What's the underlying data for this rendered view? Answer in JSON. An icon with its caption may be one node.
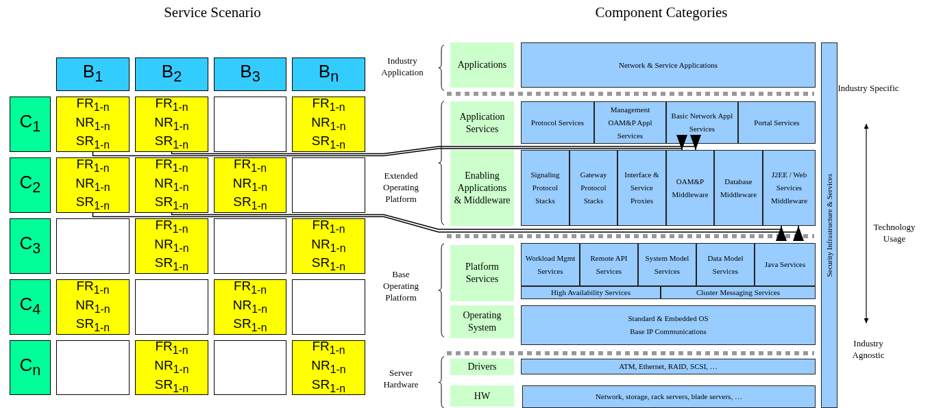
{
  "diagram": {
    "nodes": [
      {
        "text": [
          "B$_{1}$"
        ]
      },
      {
        "text": [
          "B$_{2}$"
        ]
      },
      {
        "text": [
          "B$_{3}$"
        ]
      },
      {
        "text": [
          "B$_{n}$"
        ]
      },
      {
        "text": [
          "C$_{1}$"
        ]
      },
      {
        "text": [
          "FR$_{1-n}$",
          "NR$_{1-n}$",
          "SR$_{1-n}$"
        ]
      },
      {
        "text": [
          "FR$_{1-n}$",
          "NR$_{1-n}$",
          "SR$_{1-n}$"
        ]
      },
      {
        "text": [],
        "shape": "box"
      },
      {
        "text": [
          "FR$_{1-n}$",
          "NR$_{1-n}$",
          "SR$_{1-n}$"
        ]
      },
      {
        "text": [
          "C$_{2}$"
        ]
      },
      {
        "text": [
          "FR$_{1-n}$",
          "NR$_{1-n}$",
          "SR$_{1-n}$"
        ]
      },
      {
        "text": [
          "FR$_{1-n}$",
          "NR$_{1-n}$",
          "SR$_{1-n}$"
        ]
      },
      {
        "text": [
          "FR$_{1-n}$",
          "NR$_{1-n}$",
          "SR$_{1-n}$"
        ]
      },
      {
        "text": [],
        "shape": "box"
      },
      {
        "text": [
          "C$_{3}$"
        ]
      },
      {
        "text": [],
        "shape": "box"
      },
      {
        "text": [
          "FR$_{1-n}$",
          "NR$_{1-n}$",
          "SR$_{1-n}$"
        ]
      },
      {
        "text": [],
        "shape": "box"
      },
      {
        "text": [
          "FR$_{1-n}$",
          "NR$_{1-n}$",
          "SR$_{1-n}$"
        ]
      },
      {
        "text": [
          "C$_{4}$"
        ]
      },
      {
        "text": [
          "FR$_{1-n}$",
          "NR$_{1-n}$",
          "SR$_{1-n}$"
        ]
      },
      {
        "text": [],
        "shape": "box"
      },
      {
        "text": [
          "FR$_{1-n}$",
          "NR$_{1-n}$",
          "SR$_{1-n}$"
        ]
      },
      {
        "text": [],
        "shape": "box"
      },
      {
        "text": [
          "C$_{n}$"
        ]
      },
      {
        "text": [],
        "shape": "box"
      },
      {
        "text": [
          "FR$_{1-n}$",
          "NR$_{1-n}$",
          "SR$_{1-n}$"
        ]
      },
      {
        "text": [],
        "shape": "box"
      },
      {
        "text": [
          "FR$_{1-n}$",
          "NR$_{1-n}$",
          "SR$_{1-n}$"
        ]
      },
      {
        "text": [
          "Applications"
        ]
      },
      {
        "text": [
          "Network & Service Applications"
        ]
      },
      {
        "text": [
          "Application Services"
        ]
      },
      {
        "text": [
          "Protocol Services"
        ]
      },
      {
        "text": [
          "Management OAM&P Appl Services"
        ]
      },
      {
        "text": [
          "Basic Network Appl Services"
        ]
      },
      {
        "text": [
          "Portal Services"
        ]
      },
      {
        "text": [
          "Enabling Applications & Middleware"
        ]
      },
      {
        "text": [
          "Signaling Protocol Stacks"
        ]
      },
      {
        "text": [
          "Gateway Protocol Stacks"
        ]
      },
      {
        "text": [
          "Interface & Service Proxies"
        ]
      },
      {
        "text": [
          "OAM&P Middleware"
        ]
      },
      {
        "text": [
          "Database Middleware"
        ]
      },
      {
        "text": [
          "J2EE / Web Services Middleware"
        ]
      },
      {
        "text": [
          "Platform Services"
        ]
      },
      {
        "text": [
          "Workload Mgmt Services"
        ]
      },
      {
        "text": [
          "Remote API Services"
        ]
      },
      {
        "text": [
          "System Model Services"
        ]
      },
      {
        "text": [
          "Data Model Services"
        ]
      },
      {
        "text": [
          "Java Services"
        ]
      },
      {
        "text": [
          "High Availability Services"
        ]
      },
      {
        "text": [
          "Cluster Messaging Services"
        ]
      },
      {
        "text": [
          "Operating System"
        ]
      },
      {
        "text": [
          "Standard & Embedded OS",
          "Base IP Communications"
        ]
      },
      {
        "text": [
          "Drivers"
        ]
      },
      {
        "text": [
          "ATM, Ethernet, RAID, SCSI, …"
        ]
      },
      {
        "text": [
          "HW"
        ]
      },
      {
        "text": [
          "Network, storage, rack servers, blade servers, …"
        ]
      },
      {
        "text": [
          "Security Infrastructure & Services"
        ]
      }
    ],
    "edges": [
      {
        "from": 5,
        "to": 40,
        "arrow": "to"
      },
      {
        "from": 6,
        "to": 40,
        "arrow": "to"
      },
      {
        "from": 10,
        "to": 42,
        "arrow": "to"
      },
      {
        "from": 11,
        "to": 42,
        "arrow": "to"
      }
    ],
    "labels": [
      "Service Scenario",
      "Component Categories",
      "Industry Application",
      "Industry Specific",
      "Extended Operating Platform",
      "Technology Usage",
      "Base Operating Platform",
      "Industry Agnostic",
      "Server Hardware"
    ]
  }
}
